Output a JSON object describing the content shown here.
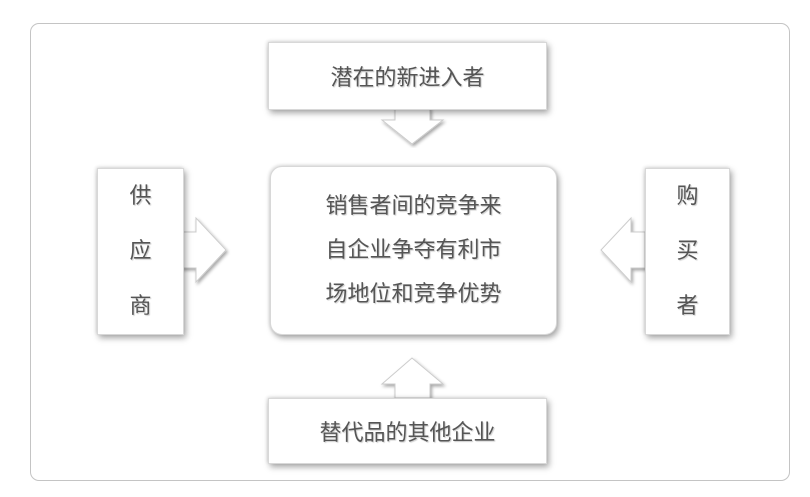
{
  "diagram": {
    "top": "潜在的新进入者",
    "center_lines": [
      "销售者间的竞争来",
      "自企业争夺有利市",
      "场地位和竞争优势"
    ],
    "left": [
      "供",
      "应",
      "商"
    ],
    "right": [
      "购",
      "买",
      "者"
    ],
    "bottom": "替代品的其他企业"
  }
}
